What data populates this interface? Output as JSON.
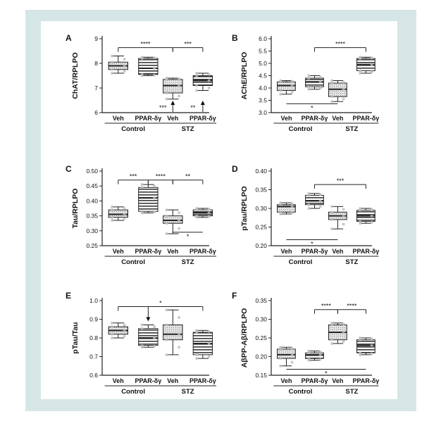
{
  "colors": {
    "frame": "#d6e6e6",
    "box_fill": "#d9d9d9",
    "stroke": "#222222",
    "point": "#bdbdbd"
  },
  "chart_data": [
    {
      "panel": "A",
      "type": "box",
      "ylabel": "ChAT/RPLPO",
      "ylim": [
        6,
        9
      ],
      "yticks": [
        6,
        7,
        8,
        9
      ],
      "ytick_labels": [
        "6",
        "7",
        "8",
        "9"
      ],
      "categories": [
        "Veh",
        "PPAR-δγ",
        "Veh",
        "PPAR-δγ"
      ],
      "groups": [
        "Control",
        "STZ"
      ],
      "boxes": [
        {
          "min": 7.6,
          "q1": 7.75,
          "median": 7.9,
          "q3": 8.05,
          "max": 8.3
        },
        {
          "min": 7.5,
          "q1": 7.55,
          "median": 7.8,
          "q3": 8.2,
          "max": 8.25
        },
        {
          "min": 6.55,
          "q1": 6.8,
          "median": 7.1,
          "q3": 7.35,
          "max": 7.4
        },
        {
          "min": 6.9,
          "q1": 7.1,
          "median": 7.3,
          "q3": 7.5,
          "max": 7.6
        }
      ],
      "annotations": [
        "****",
        "***",
        "***",
        "**"
      ]
    },
    {
      "panel": "B",
      "type": "box",
      "ylabel": "AChE/RPLPO",
      "ylim": [
        3.0,
        6.0
      ],
      "yticks": [
        3.0,
        3.5,
        4.0,
        4.5,
        5.0,
        5.5,
        6.0
      ],
      "ytick_labels": [
        "3.0",
        "3.5",
        "4.0",
        "4.5",
        "5.0",
        "5.5",
        "6.0"
      ],
      "categories": [
        "Veh",
        "PPAR-δγ",
        "Veh",
        "PPAR-δγ"
      ],
      "groups": [
        "Control",
        "STZ"
      ],
      "boxes": [
        {
          "min": 3.75,
          "q1": 3.9,
          "median": 4.1,
          "q3": 4.25,
          "max": 4.3
        },
        {
          "min": 3.95,
          "q1": 4.05,
          "median": 4.25,
          "q3": 4.4,
          "max": 4.5
        },
        {
          "min": 3.45,
          "q1": 3.65,
          "median": 3.95,
          "q3": 4.2,
          "max": 4.3
        },
        {
          "min": 4.6,
          "q1": 4.7,
          "median": 4.95,
          "q3": 5.2,
          "max": 5.25
        }
      ],
      "annotations": [
        "****",
        "*"
      ]
    },
    {
      "panel": "C",
      "type": "box",
      "ylabel": "Tau/RPLPO",
      "ylim": [
        0.25,
        0.5
      ],
      "yticks": [
        0.25,
        0.3,
        0.35,
        0.4,
        0.45,
        0.5
      ],
      "ytick_labels": [
        "0.25",
        "0.30",
        "0.35",
        "0.40",
        "0.45",
        "0.50"
      ],
      "categories": [
        "Veh",
        "PPAR-δγ",
        "Veh",
        "PPAR-δγ"
      ],
      "groups": [
        "Control",
        "STZ"
      ],
      "boxes": [
        {
          "min": 0.335,
          "q1": 0.345,
          "median": 0.355,
          "q3": 0.37,
          "max": 0.38
        },
        {
          "min": 0.36,
          "q1": 0.365,
          "median": 0.41,
          "q3": 0.445,
          "max": 0.455
        },
        {
          "min": 0.29,
          "q1": 0.325,
          "median": 0.335,
          "q3": 0.35,
          "max": 0.37
        },
        {
          "min": 0.345,
          "q1": 0.35,
          "median": 0.36,
          "q3": 0.37,
          "max": 0.375
        }
      ],
      "annotations": [
        "***",
        "****",
        "**",
        "*"
      ]
    },
    {
      "panel": "D",
      "type": "box",
      "ylabel": "pTau/RPLPO",
      "ylim": [
        0.2,
        0.4
      ],
      "yticks": [
        0.2,
        0.25,
        0.3,
        0.35,
        0.4
      ],
      "ytick_labels": [
        "0.20",
        "0.25",
        "0.30",
        "0.35",
        "0.40"
      ],
      "categories": [
        "Veh",
        "PPAR-δγ",
        "Veh",
        "PPAR-δγ"
      ],
      "groups": [
        "Control",
        "STZ"
      ],
      "boxes": [
        {
          "min": 0.285,
          "q1": 0.29,
          "median": 0.305,
          "q3": 0.31,
          "max": 0.315
        },
        {
          "min": 0.3,
          "q1": 0.31,
          "median": 0.32,
          "q3": 0.335,
          "max": 0.34
        },
        {
          "min": 0.245,
          "q1": 0.27,
          "median": 0.28,
          "q3": 0.29,
          "max": 0.305
        },
        {
          "min": 0.26,
          "q1": 0.265,
          "median": 0.28,
          "q3": 0.295,
          "max": 0.3
        }
      ],
      "annotations": [
        "***",
        "*"
      ]
    },
    {
      "panel": "E",
      "type": "box",
      "ylabel": "pTau/Tau",
      "ylim": [
        0.6,
        1.0
      ],
      "yticks": [
        0.6,
        0.7,
        0.8,
        0.9,
        1.0
      ],
      "ytick_labels": [
        "0.6",
        "0.7",
        "0.8",
        "0.9",
        "1.0"
      ],
      "categories": [
        "Veh",
        "PPAR-δγ",
        "Veh",
        "PPAR-δγ"
      ],
      "groups": [
        "Control",
        "STZ"
      ],
      "boxes": [
        {
          "min": 0.8,
          "q1": 0.82,
          "median": 0.84,
          "q3": 0.86,
          "max": 0.88
        },
        {
          "min": 0.75,
          "q1": 0.76,
          "median": 0.8,
          "q3": 0.85,
          "max": 0.87
        },
        {
          "min": 0.71,
          "q1": 0.79,
          "median": 0.82,
          "q3": 0.87,
          "max": 0.95
        },
        {
          "min": 0.69,
          "q1": 0.71,
          "median": 0.77,
          "q3": 0.83,
          "max": 0.84
        }
      ],
      "annotations": [
        "*"
      ]
    },
    {
      "panel": "F",
      "type": "box",
      "ylabel": "AβPP-Aβ/RPLPO",
      "ylim": [
        0.15,
        0.35
      ],
      "yticks": [
        0.15,
        0.2,
        0.25,
        0.3,
        0.35
      ],
      "ytick_labels": [
        "0.15",
        "0.20",
        "0.25",
        "0.30",
        "0.35"
      ],
      "categories": [
        "Veh",
        "PPAR-δγ",
        "Veh",
        "PPAR-δγ"
      ],
      "groups": [
        "Control",
        "STZ"
      ],
      "boxes": [
        {
          "min": 0.175,
          "q1": 0.195,
          "median": 0.205,
          "q3": 0.22,
          "max": 0.225
        },
        {
          "min": 0.19,
          "q1": 0.195,
          "median": 0.205,
          "q3": 0.21,
          "max": 0.215
        },
        {
          "min": 0.235,
          "q1": 0.245,
          "median": 0.265,
          "q3": 0.285,
          "max": 0.29
        },
        {
          "min": 0.205,
          "q1": 0.21,
          "median": 0.23,
          "q3": 0.245,
          "max": 0.25
        }
      ],
      "annotations": [
        "****",
        "****",
        "*"
      ]
    }
  ]
}
